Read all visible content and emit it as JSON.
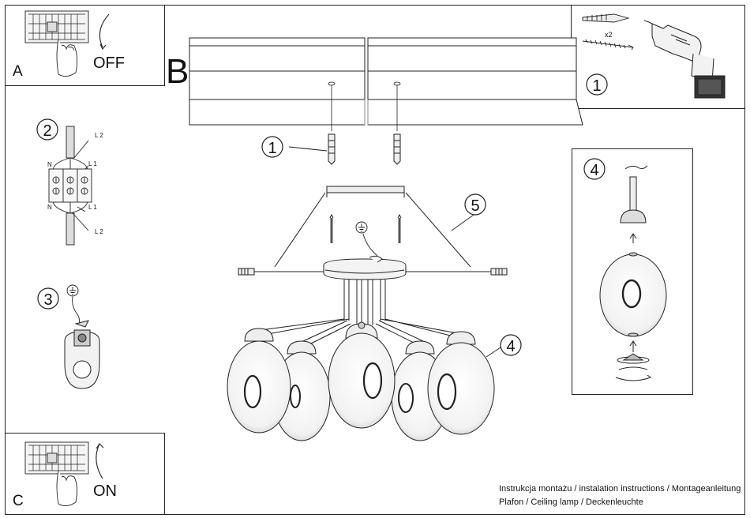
{
  "panels": {
    "a": {
      "letter": "A",
      "state": "OFF",
      "icon": "breaker-switch-off-icon"
    },
    "b": {
      "letter": "B"
    },
    "c": {
      "letter": "C",
      "state": "ON",
      "icon": "breaker-switch-on-icon"
    }
  },
  "steps": {
    "s1_top": "1",
    "s1_main": "1",
    "s2": "2",
    "s3": "3",
    "s4_panel": "4",
    "s4_main": "4",
    "s5": "5"
  },
  "tools": {
    "anchor_qty": "x2",
    "icons": [
      "wall-anchor-icon",
      "screw-icon",
      "power-drill-icon"
    ]
  },
  "wiring": {
    "labels_left": [
      "N",
      "N"
    ],
    "labels_right": [
      "L 2",
      "L 1",
      "L 1",
      "L 2"
    ],
    "icons": [
      "terminal-block-icon",
      "ground-icon"
    ]
  },
  "footer": {
    "line1": "Instrukcja montażu / instalation instructions / Montageanleitung",
    "line2": "Plafon / Ceiling lamp / Deckenleuchte"
  },
  "colors": {
    "line": "#222222",
    "background": "#ffffff"
  }
}
